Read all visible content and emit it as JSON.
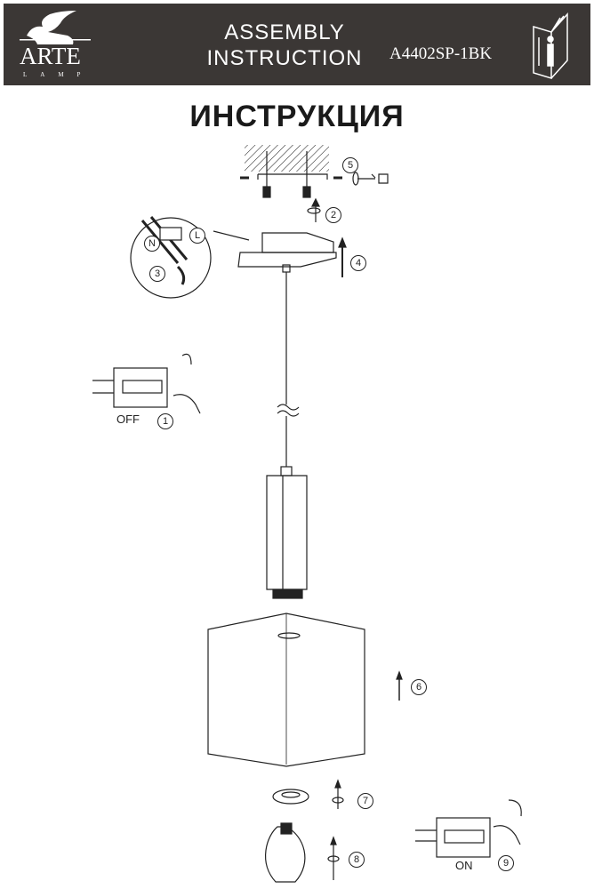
{
  "header": {
    "brand": "ARTE",
    "brand_sub": "LAMP",
    "title_line1": "ASSEMBLY",
    "title_line2": "INSTRUCTION",
    "model": "A4402SP-1BK"
  },
  "title": "ИНСТРУКЦИЯ",
  "steps": [
    "1",
    "2",
    "3",
    "4",
    "5",
    "6",
    "7",
    "8",
    "9"
  ],
  "labels": {
    "neutral": "N",
    "live": "L",
    "off": "OFF",
    "on": "ON"
  },
  "colors": {
    "header_bg": "#3b3735",
    "line": "#222222"
  }
}
